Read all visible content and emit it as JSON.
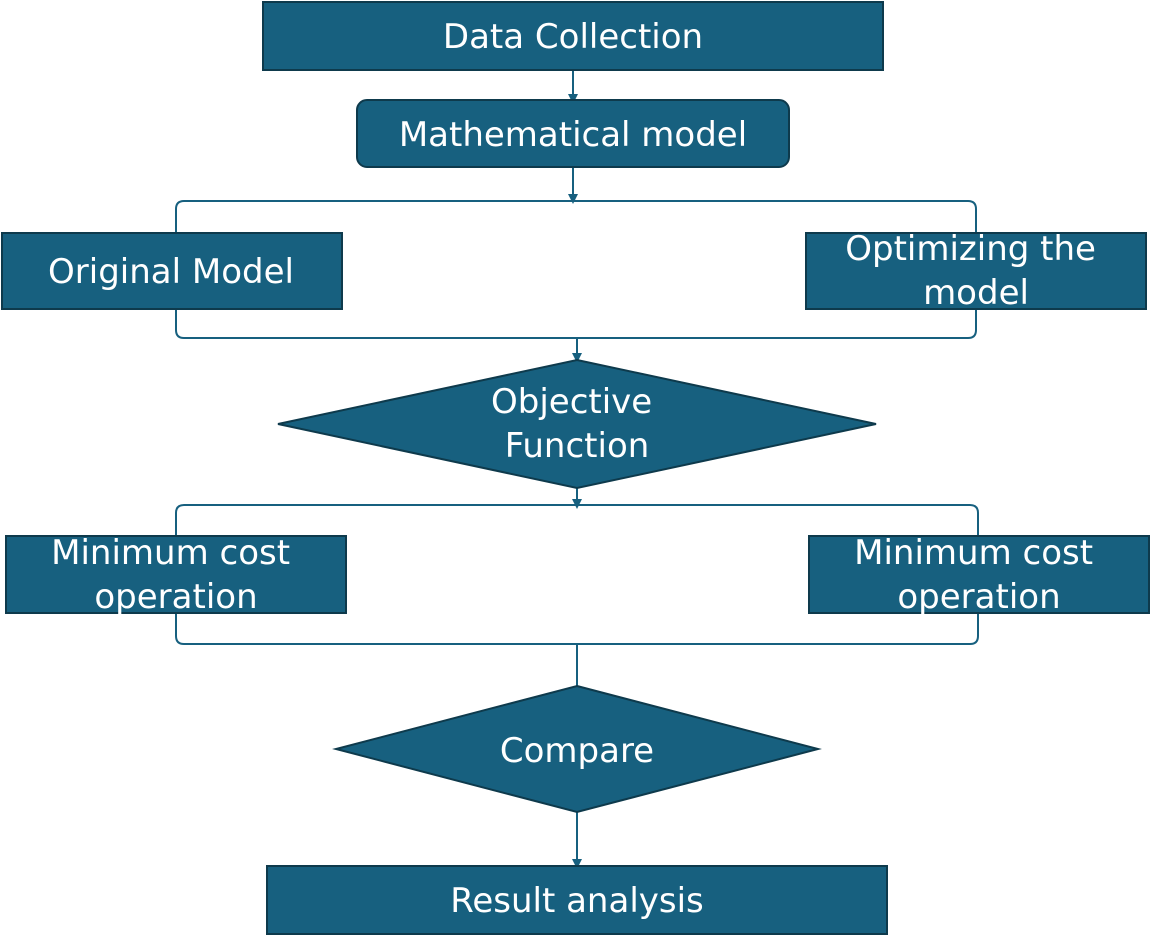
{
  "colors": {
    "node_fill": "#17607F",
    "node_stroke": "#0E3A4C",
    "connector": "#17607F",
    "text": "#FFFFFF",
    "background": "#FFFFFF"
  },
  "nodes": {
    "data_collection": {
      "lines": [
        "Data Collection"
      ],
      "shape": "rectangle"
    },
    "mathematical_model": {
      "lines": [
        "Mathematical model"
      ],
      "shape": "rounded-rectangle"
    },
    "original_model": {
      "lines": [
        "Original Model"
      ],
      "shape": "rectangle"
    },
    "optimizing_model": {
      "lines": [
        "Optimizing the",
        "model"
      ],
      "shape": "rectangle"
    },
    "objective_function": {
      "lines": [
        "Objective",
        "Function"
      ],
      "shape": "diamond"
    },
    "min_cost_left": {
      "lines": [
        "Minimum cost",
        "operation"
      ],
      "shape": "rectangle"
    },
    "min_cost_right": {
      "lines": [
        "Minimum cost",
        "operation"
      ],
      "shape": "rectangle"
    },
    "compare": {
      "lines": [
        "Compare"
      ],
      "shape": "diamond"
    },
    "result_analysis": {
      "lines": [
        "Result analysis"
      ],
      "shape": "rectangle"
    }
  }
}
